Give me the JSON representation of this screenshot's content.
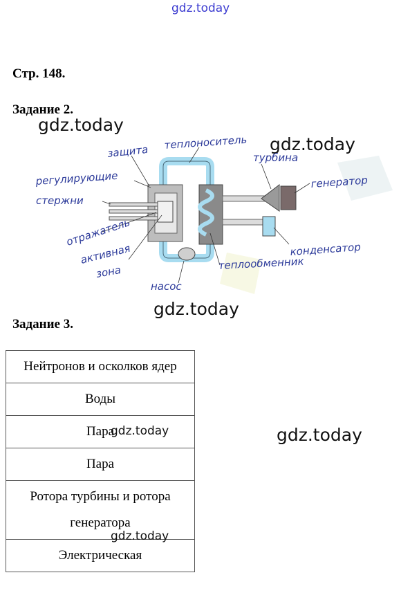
{
  "watermark": "gdz.today",
  "page_heading": "Стр. 148.",
  "task2": {
    "heading": "Задание 2.",
    "labels": {
      "protection": "защита",
      "coolant": "теплоноситель",
      "turbine": "турбина",
      "generator": "генератор",
      "control_rods_1": "регулирующие",
      "control_rods_2": "стержни",
      "reflector": "отражатель",
      "active_zone_1": "активная",
      "active_zone_2": "зона",
      "condenser": "конденсатор",
      "heat_exchanger": "теплообменник",
      "pump": "насос"
    }
  },
  "task3": {
    "heading": "Задание 3.",
    "rows": [
      "Нейтронов и осколков ядер",
      "Воды",
      "Пара",
      "Пара",
      "Ротора турбины и ротора генератора",
      "Электрическая"
    ]
  },
  "colors": {
    "water": "#a8dcf0",
    "gray": "#8a8a8a",
    "light_gray": "#cfcfcf",
    "handwriting": "#2c3a9a"
  }
}
